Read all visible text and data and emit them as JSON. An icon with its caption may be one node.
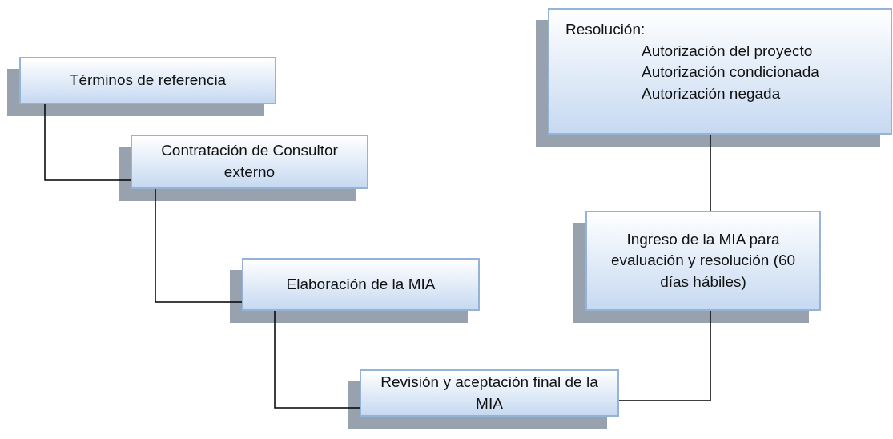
{
  "diagram": {
    "nodes": [
      {
        "text": [
          "Términos de referencia"
        ]
      },
      {
        "text": [
          "Contratación de Consultor externo"
        ]
      },
      {
        "text": [
          "Elaboración de la MIA"
        ]
      },
      {
        "text": [
          "Revisión y aceptación final de la MIA"
        ]
      },
      {
        "text": [
          "Ingreso de la MIA para evaluación y resolución (60 días hábiles)"
        ]
      },
      {
        "text": [
          "Resolución:",
          "Autorización del proyecto",
          "Autorización condicionada",
          "Autorización negada"
        ]
      }
    ],
    "edges": [
      {
        "from": 0,
        "to": 1,
        "arrow": "none"
      },
      {
        "from": 1,
        "to": 2,
        "arrow": "none"
      },
      {
        "from": 2,
        "to": 3,
        "arrow": "none"
      },
      {
        "from": 3,
        "to": 4,
        "arrow": "none"
      },
      {
        "from": 4,
        "to": 5,
        "arrow": "none"
      }
    ]
  }
}
